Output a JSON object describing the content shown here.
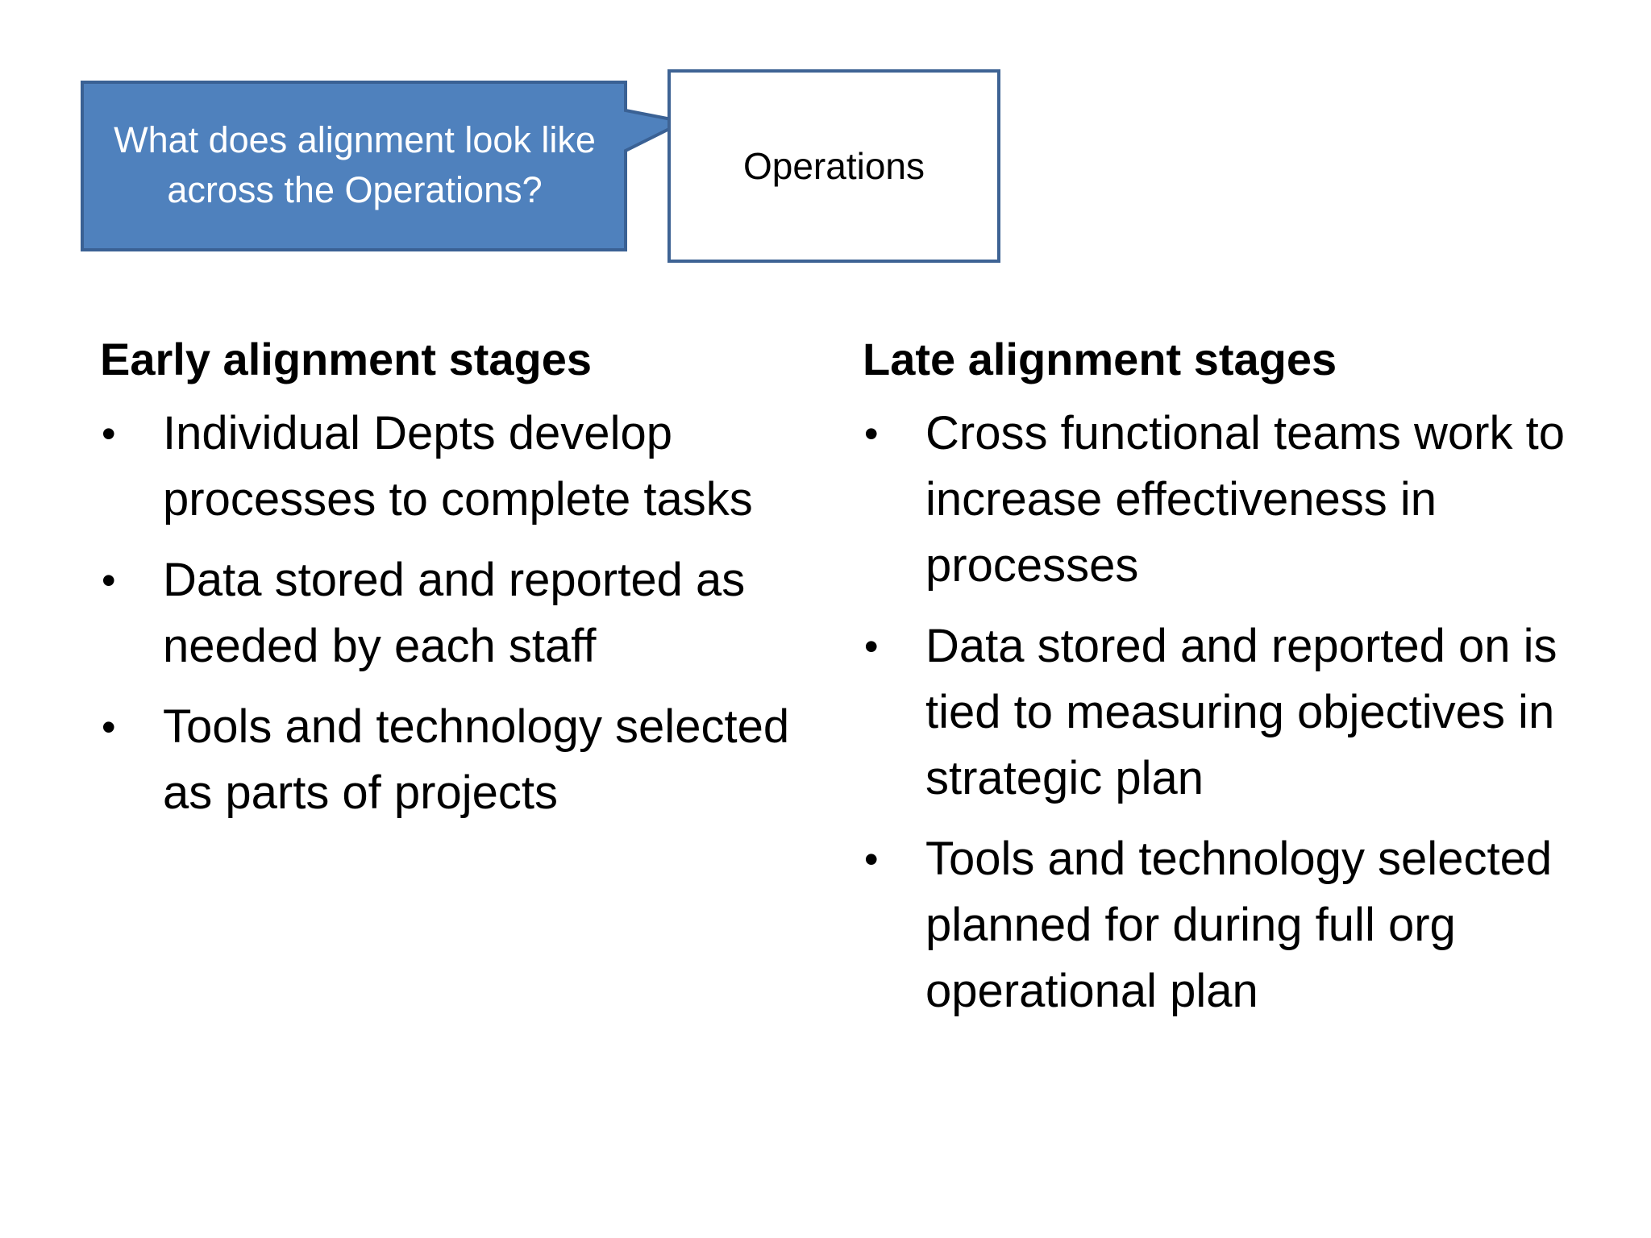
{
  "callout": {
    "text": "What does alignment look like across the Operations?",
    "fill_color": "#4f81bd",
    "border_color": "#3a6194"
  },
  "ops_box": {
    "label": "Operations",
    "border_color": "#3e6394"
  },
  "early": {
    "heading": "Early alignment stages",
    "items": [
      "Individual Depts develop processes to complete tasks",
      "Data stored and reported as needed by each staff",
      "Tools and technology selected as parts of projects"
    ]
  },
  "late": {
    "heading": "Late alignment stages",
    "items": [
      "Cross functional teams work to increase effectiveness in processes",
      "Data stored and reported on is tied to measuring objectives in strategic plan",
      "Tools and technology selected planned for during full org operational plan"
    ]
  },
  "bullet_glyph": "•"
}
